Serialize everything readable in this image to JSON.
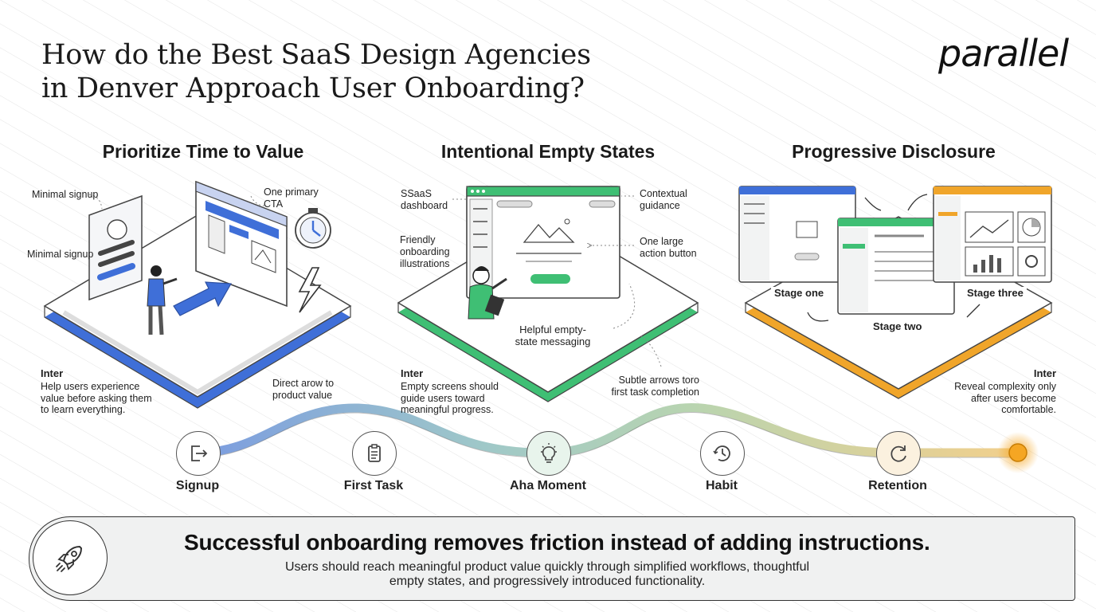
{
  "header": {
    "title_line1": "How do the Best SaaS Design Agencies",
    "title_line2": "in Denver Approach User Onboarding?",
    "logo": "parallel"
  },
  "sections": [
    {
      "heading": "Prioritize Time to Value",
      "annotations": [
        "Minimal signup",
        "Minimal signup",
        "One primary CTA",
        "Direct arow to product value"
      ],
      "inter_heading": "Inter",
      "description": [
        "Help users experience",
        "value before asking them",
        "to learn everything."
      ],
      "accent": "#3f6fd8"
    },
    {
      "heading": "Intentional Empty States",
      "annotations": [
        "SSaaS dashboard",
        "Friendly onboarding illustrations",
        "Contextual guidance",
        "One large action button",
        "Helpful empty-state messaging",
        "Subtle arrows toro first task completion"
      ],
      "inter_heading": "Inter",
      "description": [
        "Empty screens should",
        "guide users toward",
        "meaningful progress."
      ],
      "accent": "#3fbf74"
    },
    {
      "heading": "Progressive Disclosure",
      "stages": [
        "Stage one",
        "Stage two",
        "Stage three"
      ],
      "inter_heading": "Inter",
      "description": [
        "Reveal complexity only",
        "after users become",
        "comfortable."
      ],
      "accent": "#f0a52a"
    }
  ],
  "journey": {
    "steps": [
      {
        "label": "Signup",
        "icon": "signup-icon"
      },
      {
        "label": "First Task",
        "icon": "clipboard-icon"
      },
      {
        "label": "Aha Moment",
        "icon": "lightbulb-icon"
      },
      {
        "label": "Habit",
        "icon": "clock-icon"
      },
      {
        "label": "Retention",
        "icon": "refresh-icon"
      }
    ]
  },
  "banner": {
    "icon": "rocket-icon",
    "headline": "Successful onboarding removes friction instead of adding instructions.",
    "body": "Users should reach meaningful product value quickly through simplified workflows, thoughtful empty states, and progressively introduced functionality."
  }
}
